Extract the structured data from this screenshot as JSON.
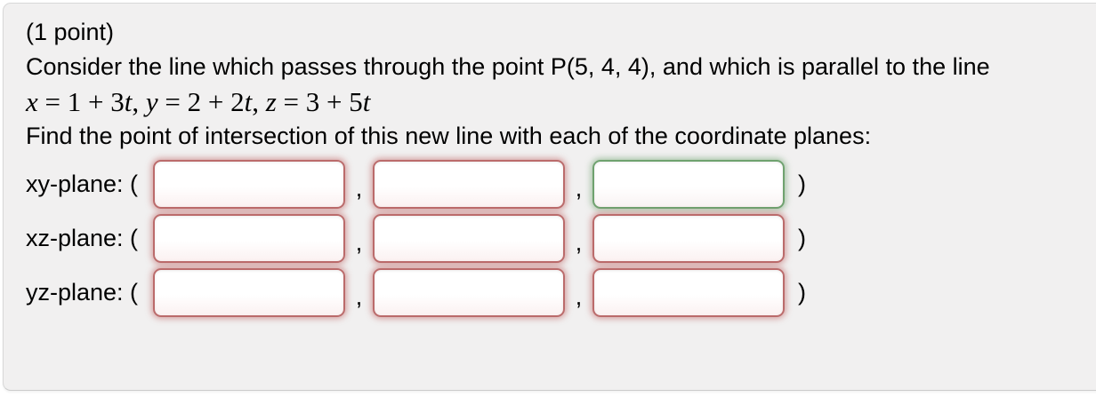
{
  "colors": {
    "page_bg": "#ffffff",
    "panel_bg": "#f1f0f0",
    "panel_border": "#d8d8d8",
    "text": "#000000",
    "incorrect_border": "#bb6b6b",
    "incorrect_glow": "rgba(192,101,101,0.55)",
    "correct_border": "#6fa26f",
    "correct_glow": "rgba(111,162,111,0.55)"
  },
  "problem": {
    "points": "(1 point)",
    "statement": "Consider the line which passes through the point P(5, 4, 4), and which is parallel to the line",
    "math_segments": [
      {
        "text": "x",
        "italic": true
      },
      {
        "text": " = 1 + 3",
        "italic": false
      },
      {
        "text": "t",
        "italic": true
      },
      {
        "text": ", ",
        "italic": false
      },
      {
        "text": "y",
        "italic": true
      },
      {
        "text": " = 2 + 2",
        "italic": false
      },
      {
        "text": "t",
        "italic": true
      },
      {
        "text": ", ",
        "italic": false
      },
      {
        "text": "z",
        "italic": true
      },
      {
        "text": " = 3 + 5",
        "italic": false
      },
      {
        "text": "t",
        "italic": true
      }
    ],
    "instruction": "Find the point of intersection of this new line with each of the coordinate planes:"
  },
  "answers": {
    "separator": ",",
    "close_paren": ")",
    "rows": [
      {
        "id": "xy-plane",
        "label": "xy-plane: (",
        "fields": [
          {
            "value": "",
            "state": "incorrect"
          },
          {
            "value": "",
            "state": "incorrect"
          },
          {
            "value": "",
            "state": "correct"
          }
        ]
      },
      {
        "id": "xz-plane",
        "label": "xz-plane: (",
        "fields": [
          {
            "value": "",
            "state": "incorrect"
          },
          {
            "value": "",
            "state": "incorrect"
          },
          {
            "value": "",
            "state": "incorrect"
          }
        ]
      },
      {
        "id": "yz-plane",
        "label": "yz-plane: (",
        "fields": [
          {
            "value": "",
            "state": "incorrect"
          },
          {
            "value": "",
            "state": "incorrect"
          },
          {
            "value": "",
            "state": "incorrect"
          }
        ]
      }
    ]
  }
}
